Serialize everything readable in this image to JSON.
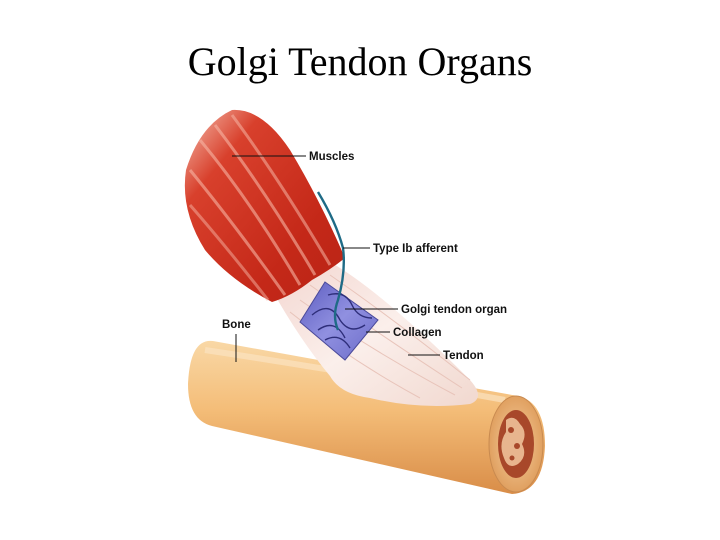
{
  "slide": {
    "title": "Golgi Tendon Organs"
  },
  "diagram": {
    "labels": {
      "muscles": "Muscles",
      "afferent": "Type Ib afferent",
      "golgi_organ": "Golgi tendon organ",
      "bone": "Bone",
      "collagen": "Collagen",
      "tendon": "Tendon"
    },
    "colors": {
      "muscle": "#c8281c",
      "muscle_highlight": "#f0a08a",
      "tendon": "#f6e2dc",
      "bone": "#f0b870",
      "bone_marrow": "#a8482a",
      "golgi_organ": "#7a7ad0",
      "nerve": "#1f6b86"
    }
  }
}
